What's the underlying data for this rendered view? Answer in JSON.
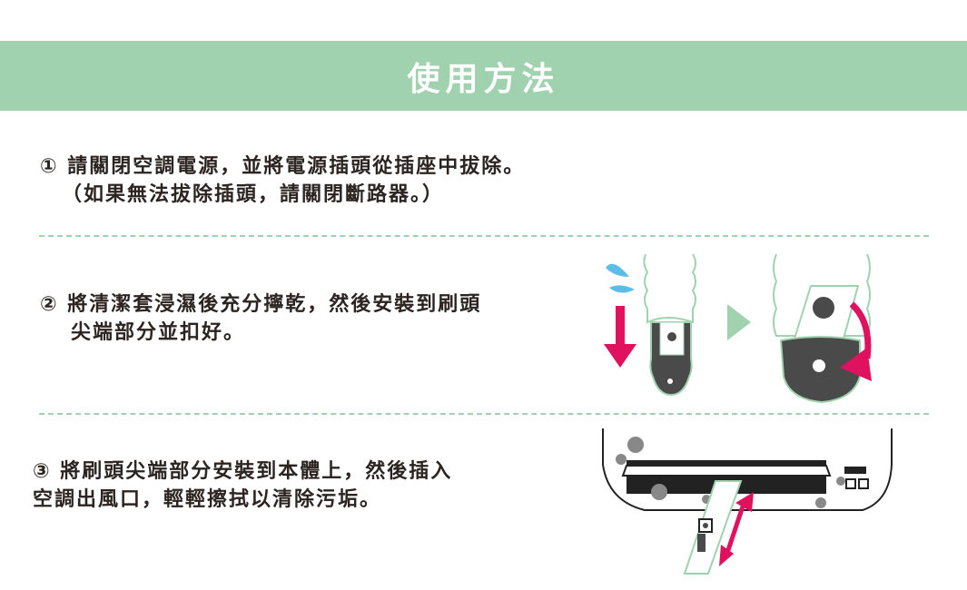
{
  "header": {
    "title": "使用方法"
  },
  "steps": [
    {
      "line1": "① 請關閉空調電源，並將電源插頭從插座中拔除。",
      "line2": "（如果無法拔除插頭，請關閉斷路器。）"
    },
    {
      "line1": "② 將清潔套浸濕後充分擰乾，然後安裝到刷頭",
      "line2": "尖端部分並扣好。"
    },
    {
      "line1": " ③ 將刷頭尖端部分安裝到本體上，然後插入",
      "line2": "空調出風口，輕輕擦拭以清除污垢。"
    }
  ],
  "colors": {
    "banner": "#a0d2b0",
    "text": "#2b2420",
    "accent": "#e0115f",
    "water": "#5bbde8",
    "outline": "#a0d2b0",
    "dark": "#4a4a4a"
  },
  "icons": [
    "water-drop-icon",
    "down-arrow-icon",
    "brush-head-icon",
    "next-triangle-icon",
    "rotate-arrow-icon",
    "air-conditioner-icon",
    "dust-icon",
    "double-arrow-icon"
  ]
}
